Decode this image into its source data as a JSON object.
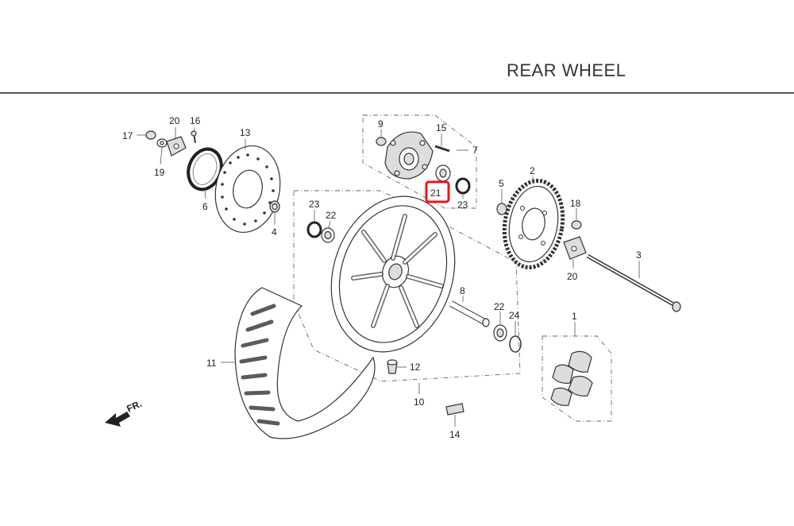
{
  "header": {
    "title": "REAR WHEEL"
  },
  "direction_label": "FR.",
  "highlight_color": "#e8151b",
  "callouts": [
    {
      "id": "17",
      "text": "17"
    },
    {
      "id": "20a",
      "text": "20"
    },
    {
      "id": "16",
      "text": "16"
    },
    {
      "id": "13",
      "text": "13"
    },
    {
      "id": "19",
      "text": "19"
    },
    {
      "id": "6",
      "text": "6"
    },
    {
      "id": "4",
      "text": "4"
    },
    {
      "id": "9",
      "text": "9"
    },
    {
      "id": "15",
      "text": "15"
    },
    {
      "id": "7",
      "text": "7"
    },
    {
      "id": "21",
      "text": "21",
      "highlighted": true
    },
    {
      "id": "23a",
      "text": "23"
    },
    {
      "id": "2",
      "text": "2"
    },
    {
      "id": "5",
      "text": "5"
    },
    {
      "id": "18",
      "text": "18"
    },
    {
      "id": "20b",
      "text": "20"
    },
    {
      "id": "3",
      "text": "3"
    },
    {
      "id": "23b",
      "text": "23"
    },
    {
      "id": "22a",
      "text": "22"
    },
    {
      "id": "8",
      "text": "8"
    },
    {
      "id": "22b",
      "text": "22"
    },
    {
      "id": "24",
      "text": "24"
    },
    {
      "id": "1",
      "text": "1"
    },
    {
      "id": "11",
      "text": "11"
    },
    {
      "id": "12",
      "text": "12"
    },
    {
      "id": "10",
      "text": "10"
    },
    {
      "id": "14",
      "text": "14"
    }
  ]
}
